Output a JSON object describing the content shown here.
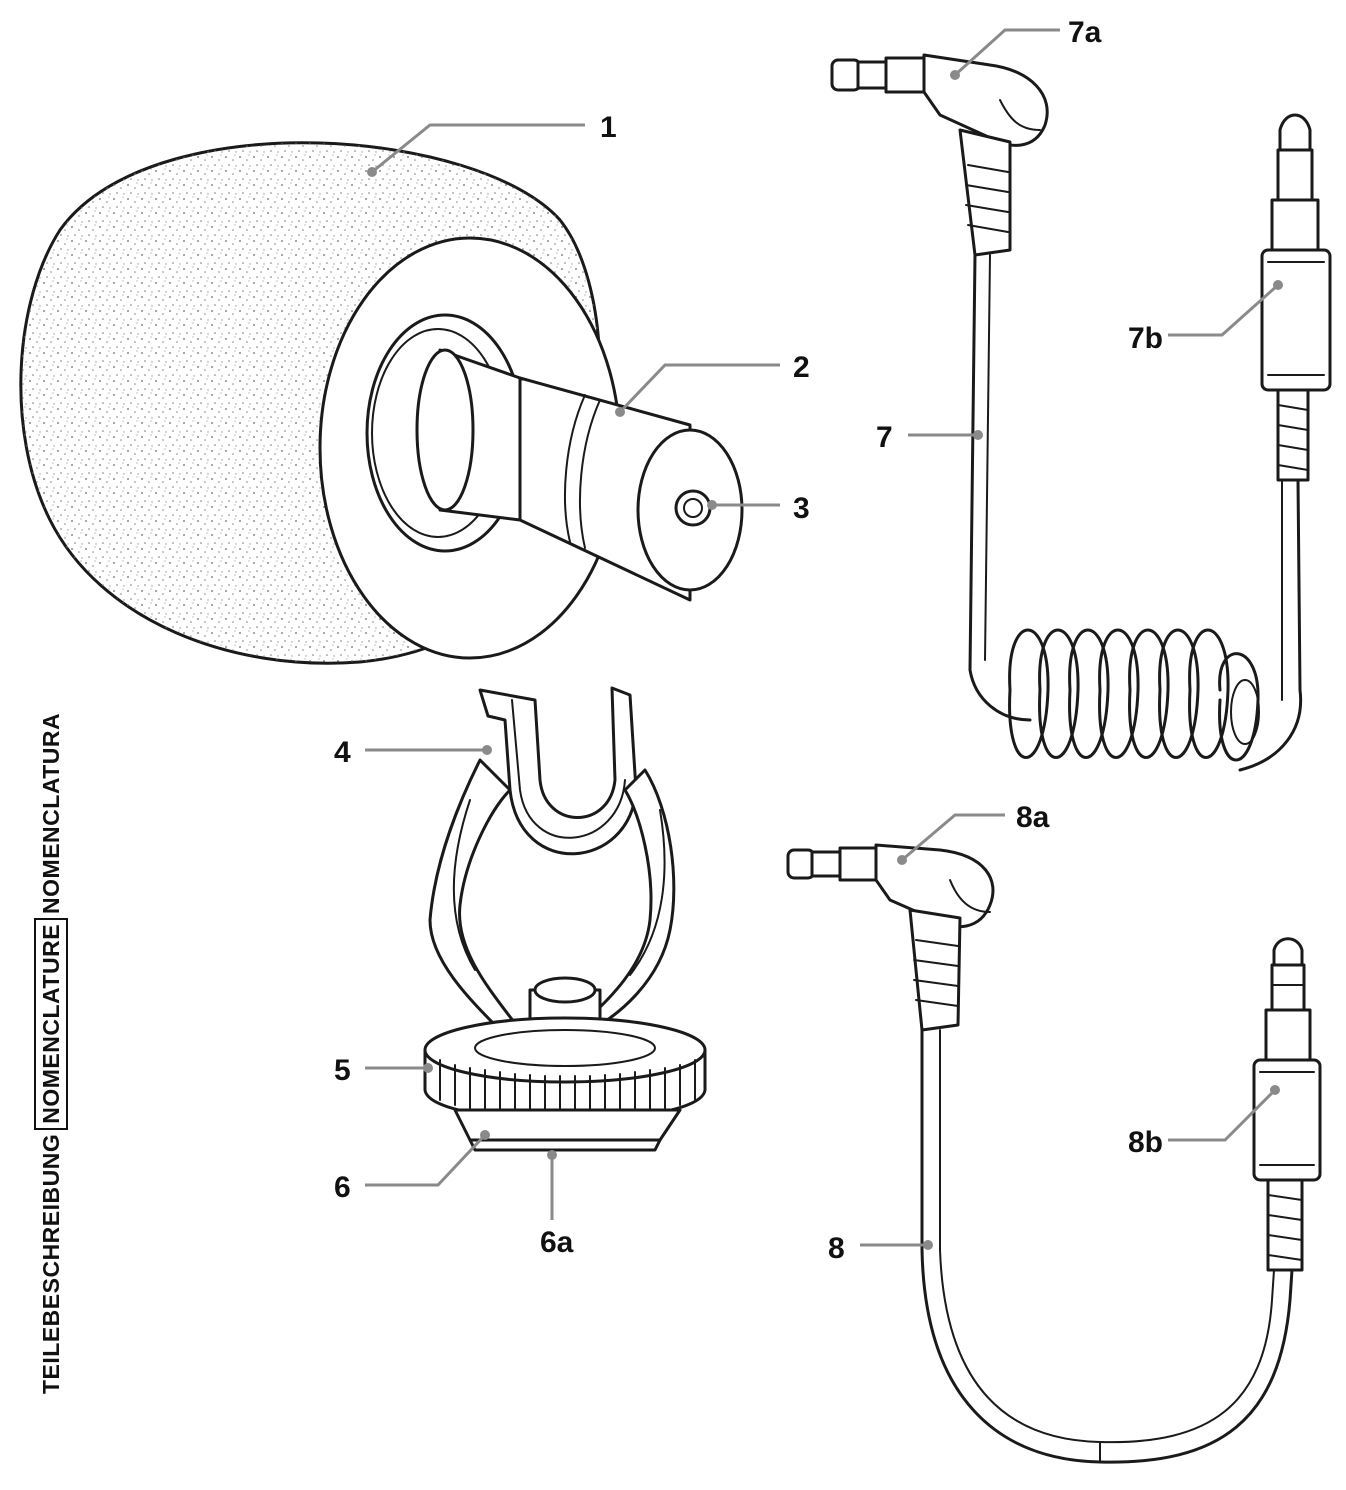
{
  "side_heading": {
    "part1": "TEILEBESCHREIBUNG",
    "part2": "NOMENCLATURE",
    "part3": "NOMENCLATURA"
  },
  "callouts": {
    "c1": "1",
    "c2": "2",
    "c3": "3",
    "c4": "4",
    "c5": "5",
    "c6": "6",
    "c6a": "6a",
    "c7": "7",
    "c7a": "7a",
    "c7b": "7b",
    "c8": "8",
    "c8a": "8a",
    "c8b": "8b"
  },
  "colors": {
    "line": "#1a1a1a",
    "leader": "#8a8a8a",
    "text": "#111111"
  }
}
